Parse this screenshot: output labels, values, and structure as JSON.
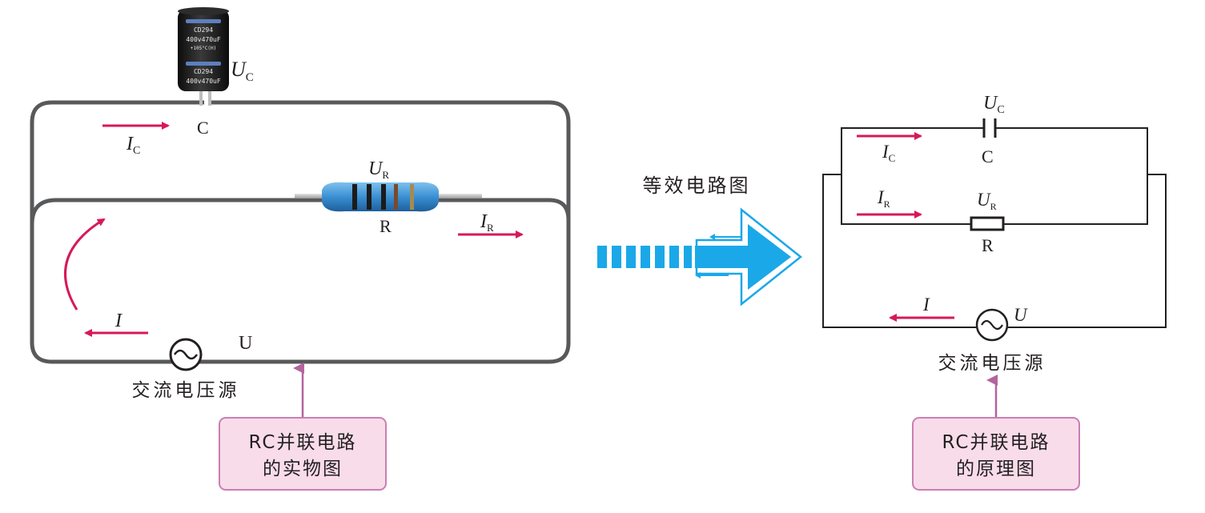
{
  "left": {
    "capacitor_part_text": [
      "CD294",
      "400v470uF",
      "+105°C(H)",
      "CD294",
      "400v470uF"
    ],
    "uc_main": "U",
    "uc_sub": "C",
    "c_label": "C",
    "ic_main": "I",
    "ic_sub": "C",
    "ur_main": "U",
    "ur_sub": "R",
    "r_label": "R",
    "ir_main": "I",
    "ir_sub": "R",
    "i_label": "I",
    "u_label": "U",
    "source_label": "交流电压源",
    "box_line1": "RC并联电路",
    "box_line2": "的实物图"
  },
  "middle": {
    "caption": "等效电路图"
  },
  "right": {
    "uc_main": "U",
    "uc_sub": "C",
    "c_label": "C",
    "ic_main": "I",
    "ic_sub": "C",
    "ir_main": "I",
    "ir_sub": "R",
    "ur_main": "U",
    "ur_sub": "R",
    "r_label": "R",
    "i_label": "I",
    "u_label": "U",
    "source_label": "交流电压源",
    "box_line1": "RC并联电路",
    "box_line2": "的原理图"
  },
  "colors": {
    "wire_left": "#58595b",
    "wire_right": "#231f20",
    "current_arrow": "#d6195a",
    "pointer_arrow": "#b5639f",
    "label_box_fill": "#f9dcea",
    "label_box_border": "#c97fb3",
    "transform_arrow": "#1aa8e8",
    "resistor_body": "#3a8fd3",
    "capacitor_body": "#1f1f1f"
  }
}
